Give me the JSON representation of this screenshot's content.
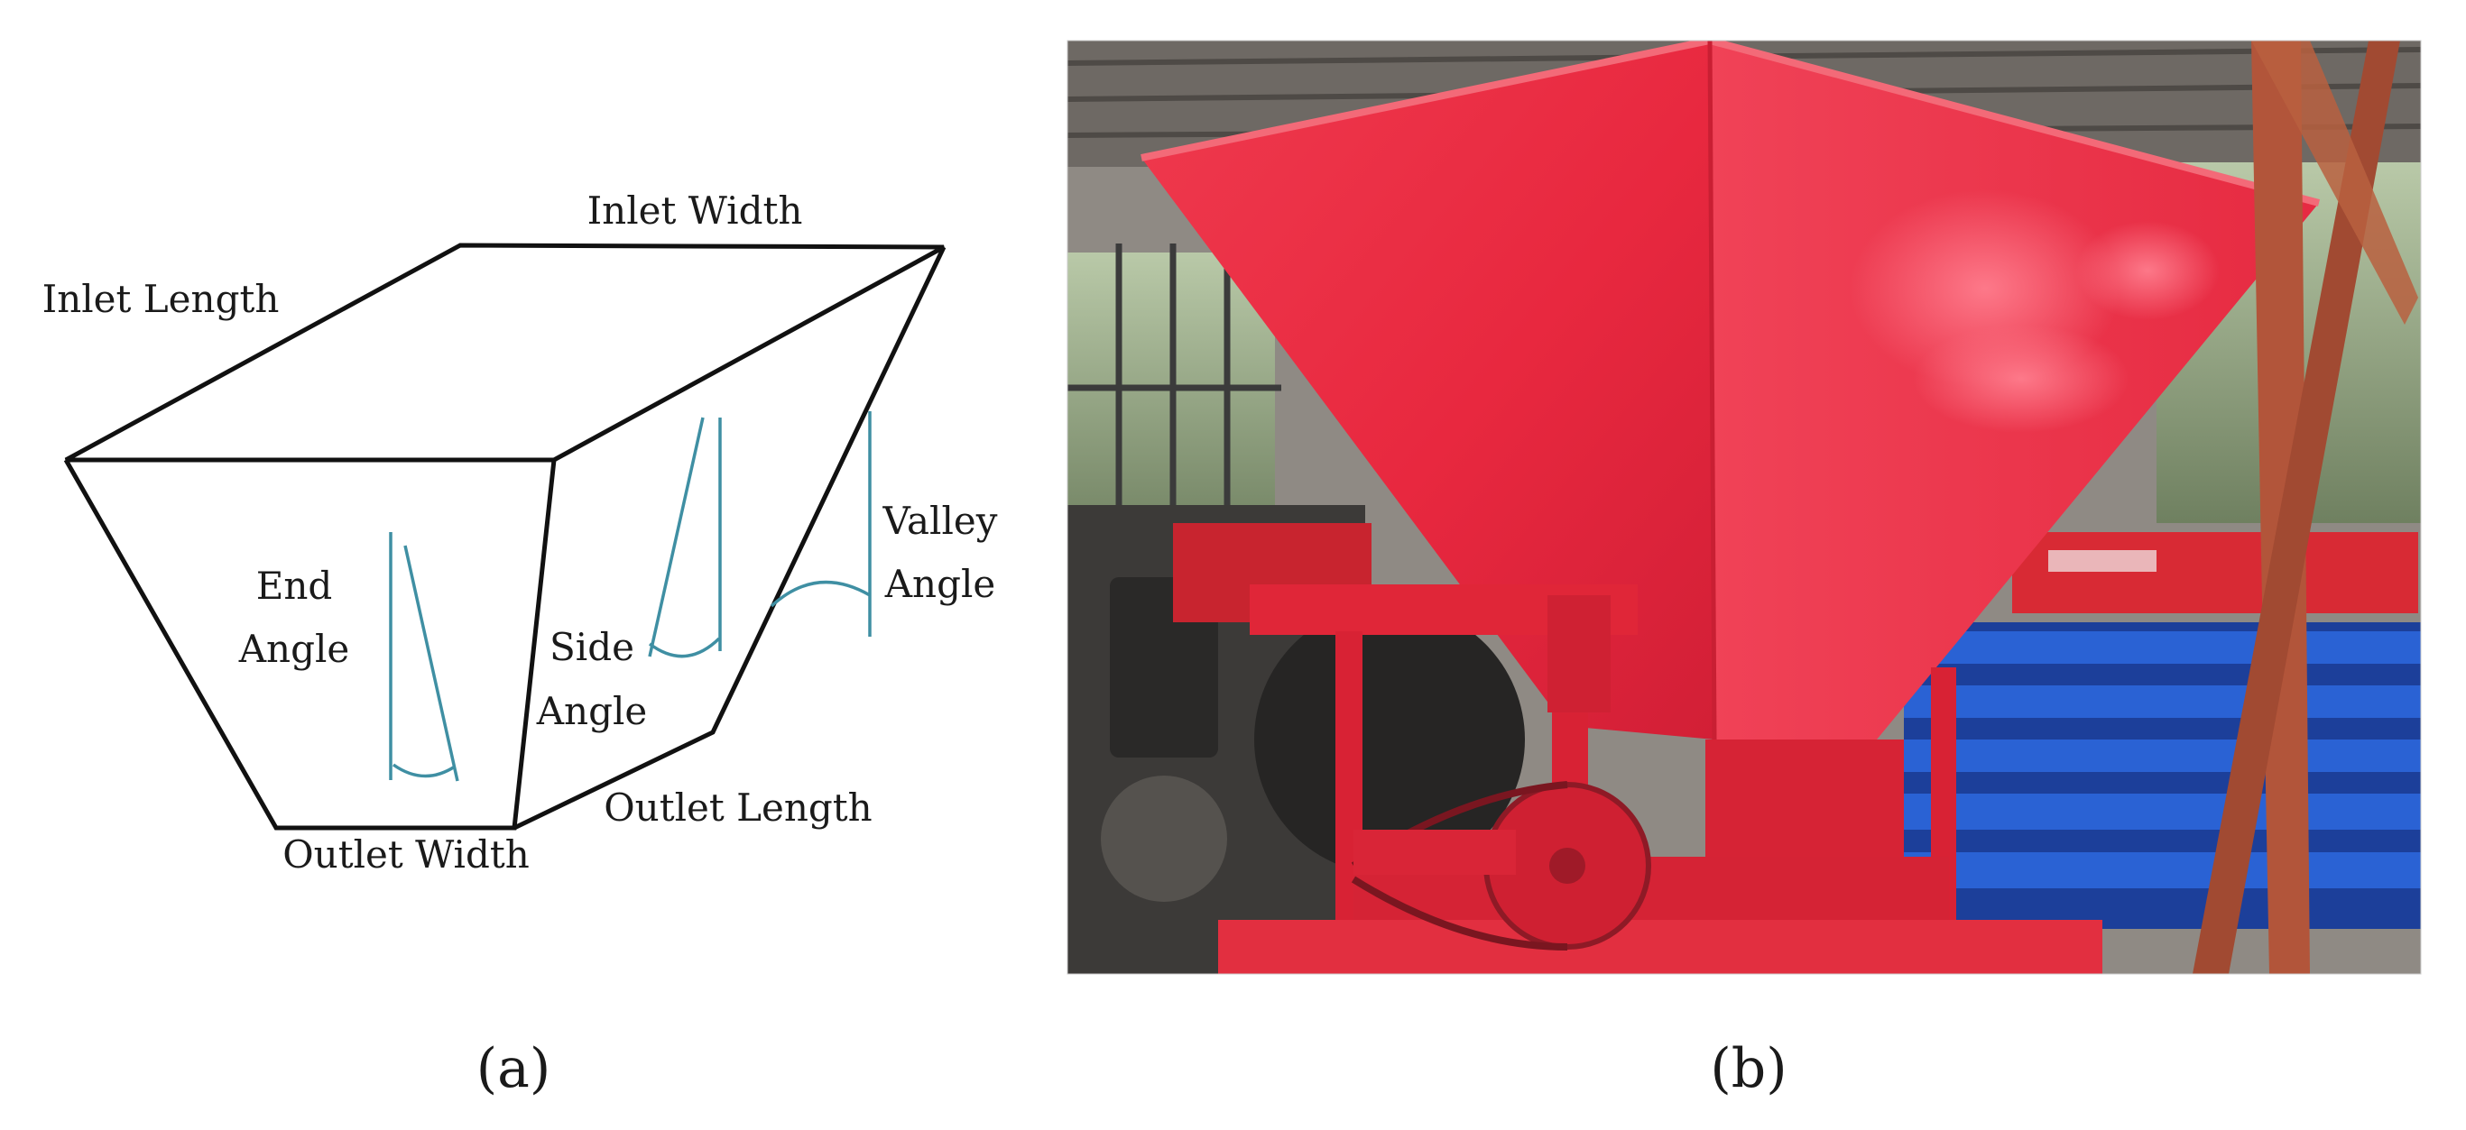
{
  "panel_a": {
    "caption": "(a)",
    "labels": {
      "inlet_width": "Inlet Width",
      "inlet_length": "Inlet Length",
      "outlet_width": "Outlet Width",
      "outlet_length": "Outlet Length",
      "end_angle_1": "End",
      "end_angle_2": "Angle",
      "side_angle_1": "Side",
      "side_angle_2": "Angle",
      "valley_angle_1": "Valley",
      "valley_angle_2": "Angle"
    },
    "angle_marker_color": "#3f8fa3",
    "edge_color": "#111111"
  },
  "panel_b": {
    "caption": "(b)",
    "colors": {
      "hopper_red": "#e8283f",
      "hopper_shadow": "#c81e34",
      "bench_blue": "#2255c8",
      "frame_rust": "#b2553a",
      "shed_gray": "#8f8a84"
    }
  }
}
